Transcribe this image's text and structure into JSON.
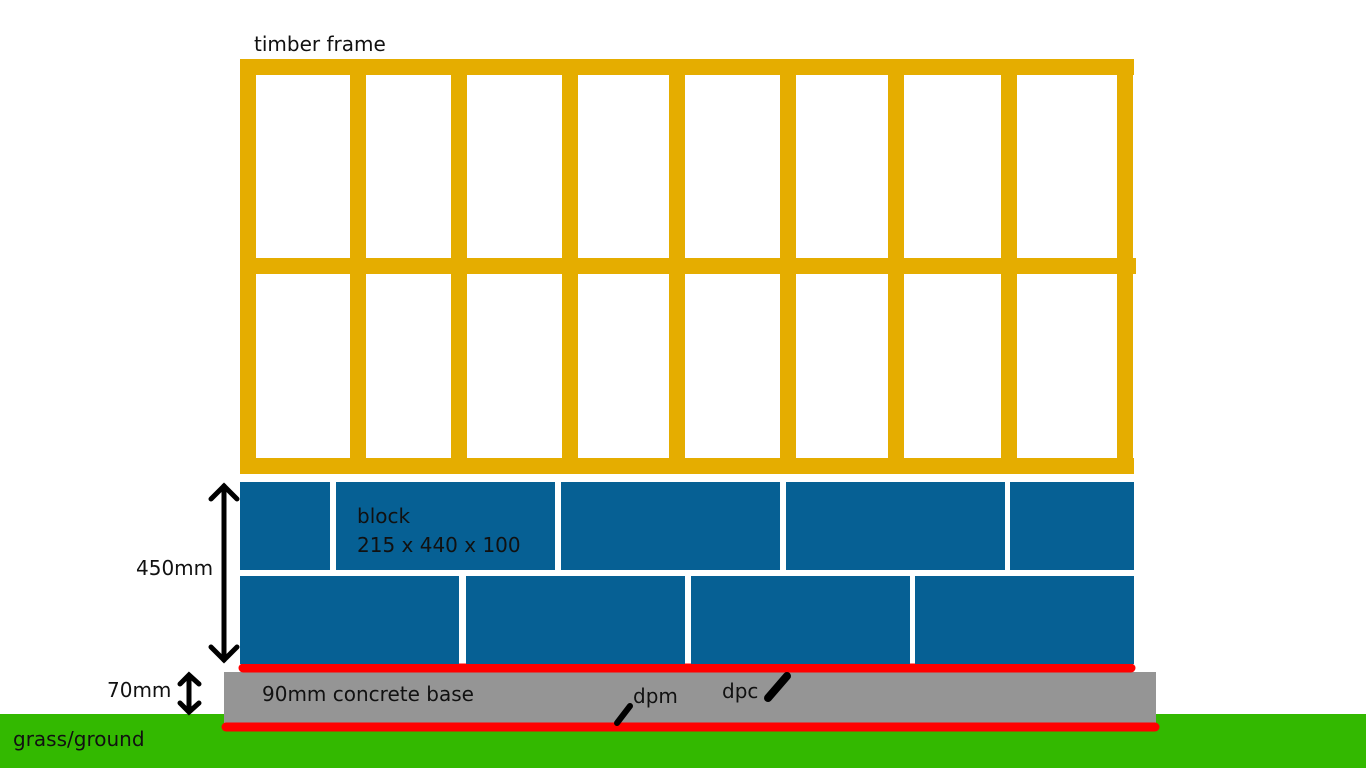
{
  "colors": {
    "background": "#ffffff",
    "timber": "#e5ad00",
    "block": "#066094",
    "block_joint": "#ffffff",
    "concrete": "#959595",
    "membrane": "#ff0000",
    "ground": "#33b900",
    "ink": "#000000"
  },
  "labels": {
    "timber_frame": "timber frame",
    "block_title": "block",
    "block_size": "215 x 440 x 100",
    "block_height": "450mm",
    "base_height": "70mm",
    "concrete_base": "90mm concrete base",
    "dpm": "dpm",
    "dpc": "dpc",
    "ground": "grass/ground"
  },
  "timber_frame": {
    "bays": 8,
    "rows": 2
  },
  "block_courses": [
    {
      "course": "upper",
      "blocks": 5
    },
    {
      "course": "lower",
      "blocks": 4
    }
  ]
}
